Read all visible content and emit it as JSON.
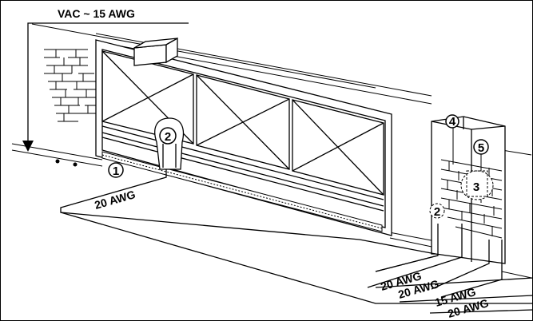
{
  "power_label": "VAC ~ 15 AWG",
  "wires": {
    "motor_cable": "20 AWG",
    "post_cable_1": "20 AWG",
    "post_cable_2": "20 AWG",
    "post_cable_3": "15 AWG",
    "post_cable_4": "20 AWG"
  },
  "callouts": {
    "c1": "1",
    "c2_motor": "2",
    "c2_post": "2",
    "c3": "3",
    "c4": "4",
    "c5": "5"
  },
  "colors": {
    "line": "#000000",
    "background": "#ffffff"
  }
}
